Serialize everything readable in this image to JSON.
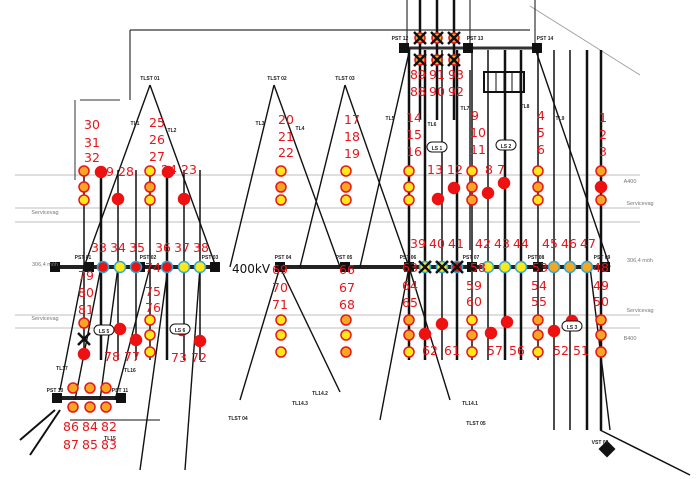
{
  "diagram": {
    "voltage_label": "400kV",
    "colors": {
      "label": "#e8141a",
      "yellow": "#ffe81a",
      "orange": "#f5a623",
      "red": "#ee1111",
      "ring": "#e8141a",
      "bus_ring": "#29a9d6"
    },
    "numbers": [
      "1",
      "2",
      "3",
      "4",
      "5",
      "6",
      "7",
      "8",
      "9",
      "10",
      "11",
      "12",
      "13",
      "14",
      "15",
      "16",
      "17",
      "18",
      "19",
      "20",
      "21",
      "22",
      "23",
      "24",
      "25",
      "26",
      "27",
      "28",
      "29",
      "30",
      "31",
      "32",
      "33",
      "34",
      "35",
      "36",
      "37",
      "38",
      "39",
      "40",
      "41",
      "42",
      "43",
      "44",
      "45",
      "46",
      "47",
      "48",
      "49",
      "50",
      "51",
      "52",
      "53",
      "54",
      "55",
      "56",
      "57",
      "58",
      "59",
      "60",
      "61",
      "62",
      "63",
      "64",
      "65",
      "66",
      "67",
      "68",
      "69",
      "70",
      "71",
      "72",
      "73",
      "74",
      "75",
      "76",
      "77",
      "78",
      "79",
      "80",
      "81",
      "82",
      "83",
      "84",
      "85",
      "86",
      "87",
      "88",
      "89",
      "90",
      "91",
      "92",
      "93"
    ],
    "small_labels": [
      "PST 01",
      "PST 02",
      "PST 03",
      "PST 04",
      "PST 05",
      "PST 06",
      "PST 07",
      "PST 08",
      "PST 09",
      "PST 12",
      "PST 13",
      "PST 14",
      "PST 10",
      "PST 11",
      "TLST 01",
      "TLST 02",
      "TLST 03",
      "TLST 04",
      "TLST 05",
      "VST 03",
      "LS 1",
      "LS 2",
      "LS 5",
      "LS 6",
      "LS 3",
      "TL1",
      "TL2",
      "TL3",
      "TL4",
      "TL5",
      "TL6",
      "TL7",
      "TL8",
      "TL9",
      "TL17",
      "TL16",
      "TL14.2",
      "TL14.3",
      "TL14.1",
      "TL15"
    ],
    "road_labels": [
      "Servicevag",
      "Servicevag",
      "Servicevag",
      "Servicevag",
      "A400",
      "B400",
      "306,4 möh",
      "306,4 möh"
    ]
  }
}
